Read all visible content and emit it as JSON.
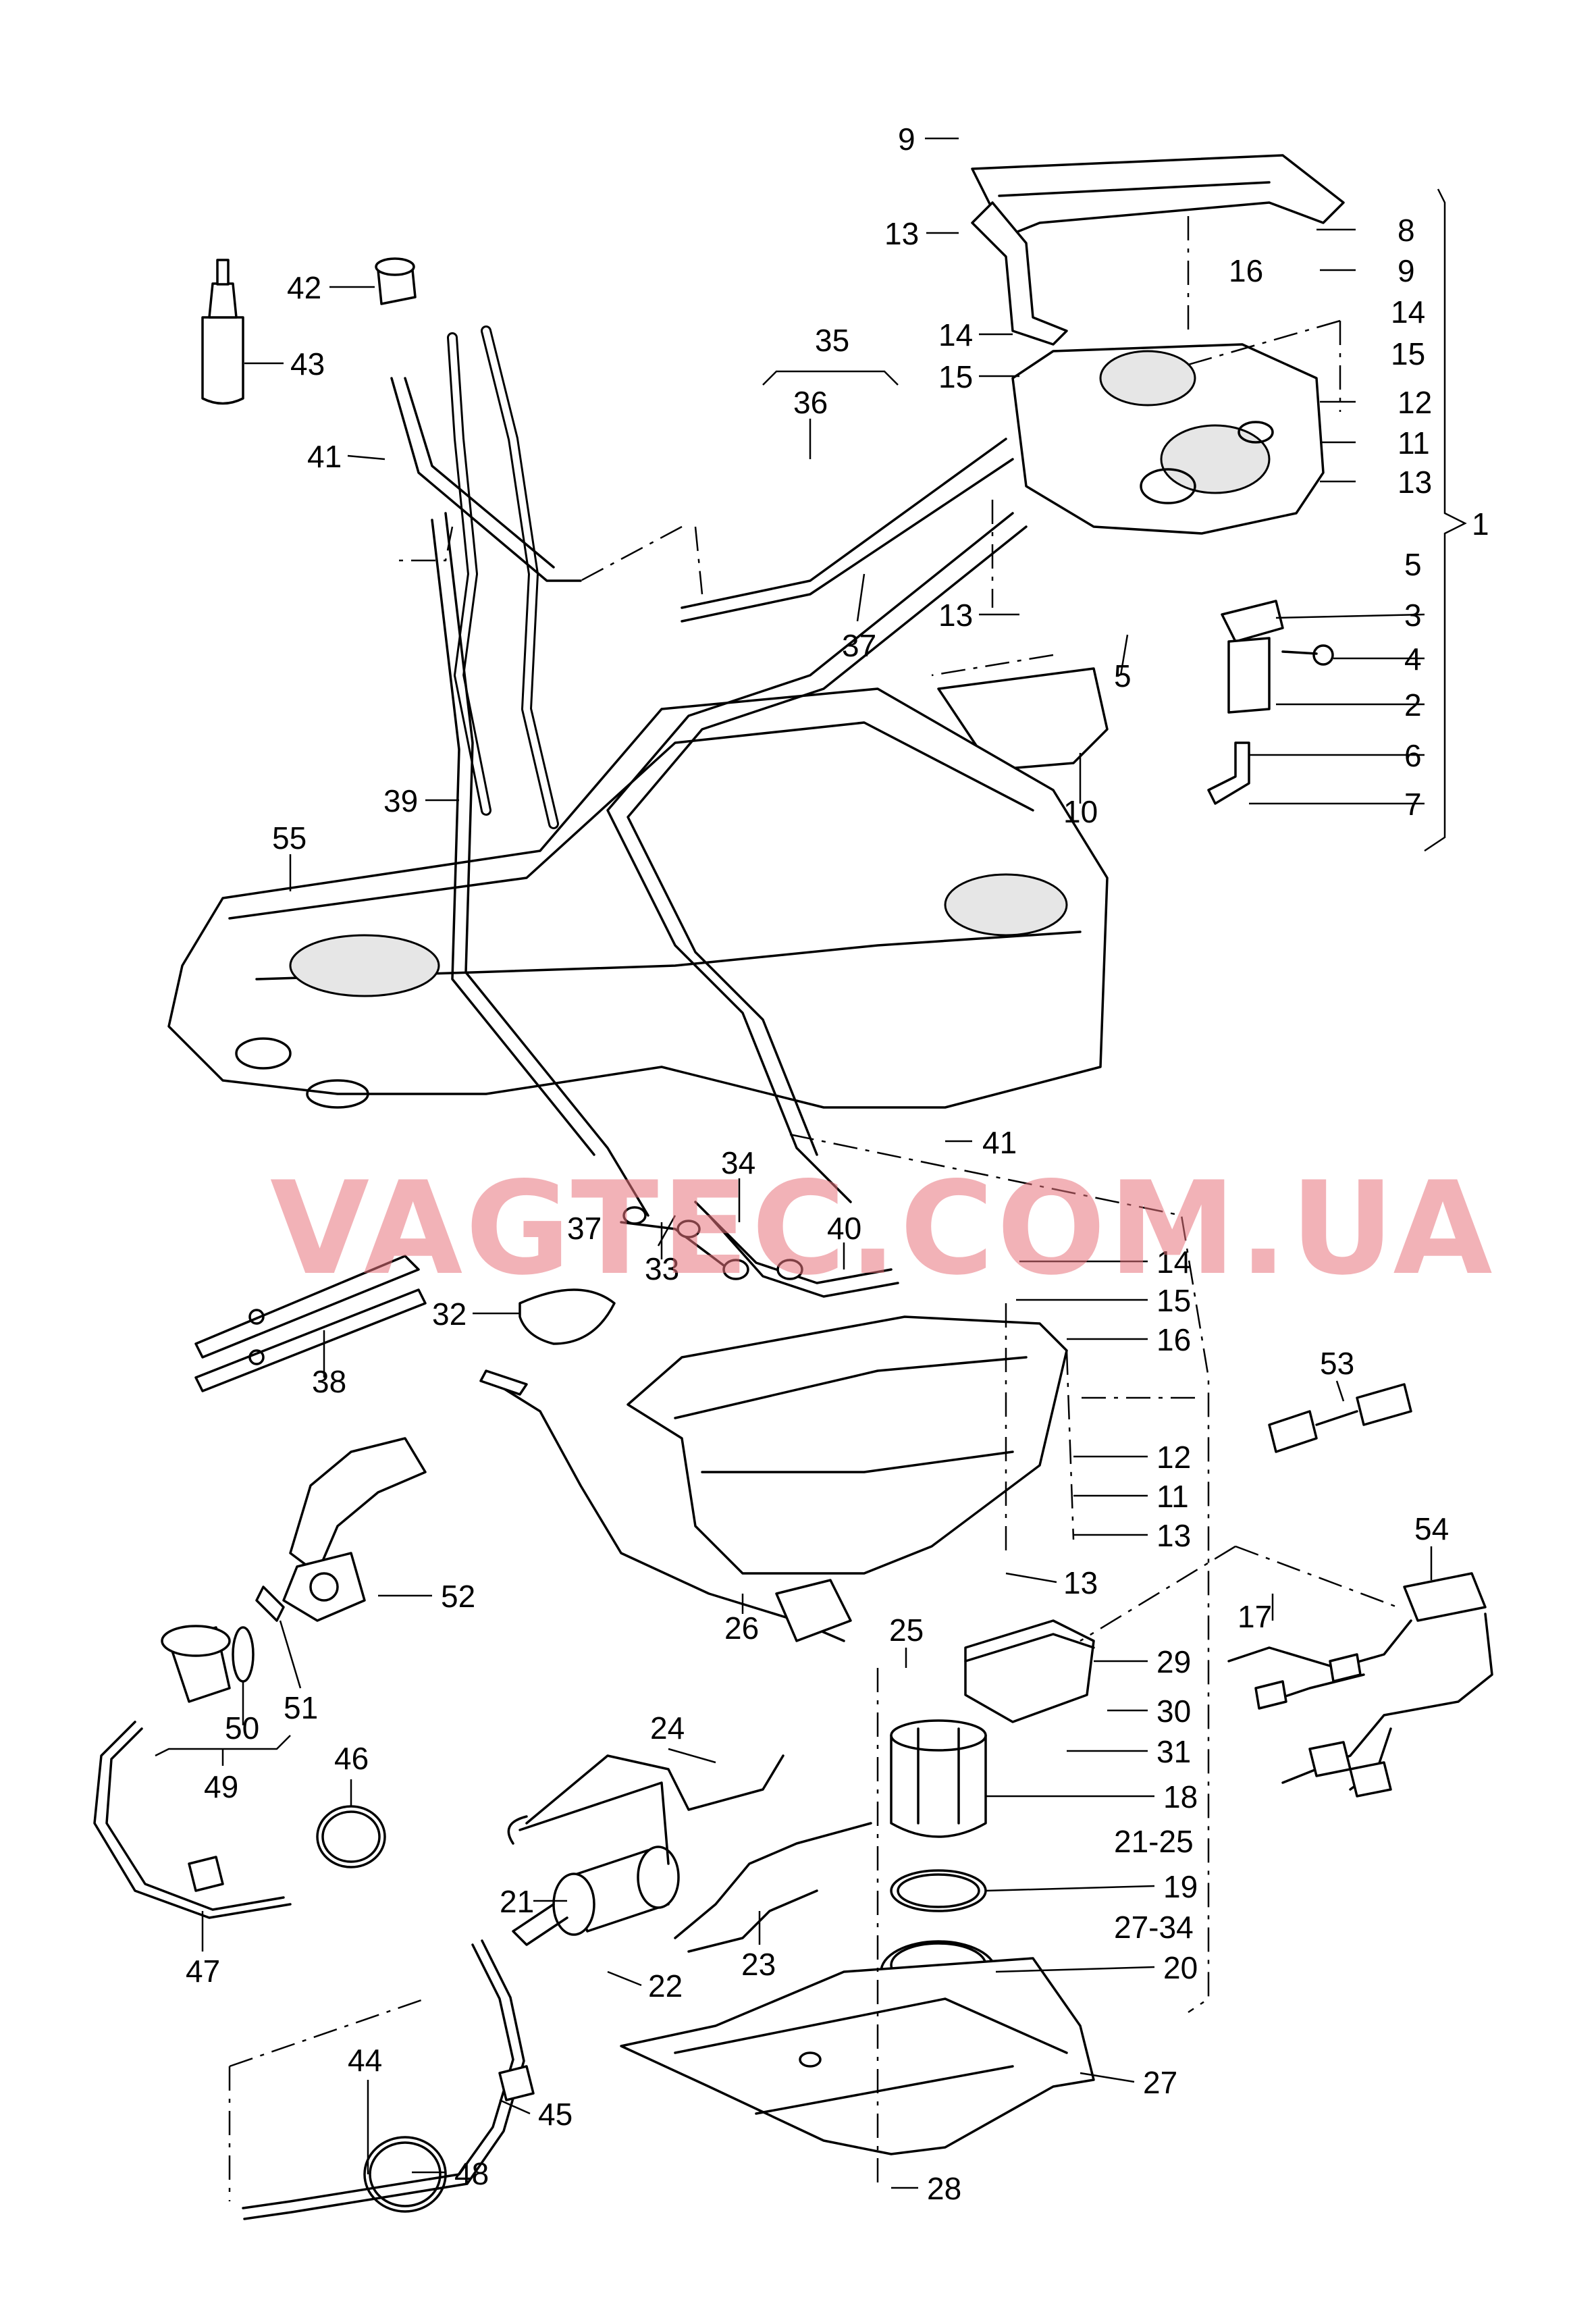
{
  "watermark": "VAGTEC.COM.UA",
  "callouts": {
    "c1": "1",
    "c2": "2",
    "c3": "3",
    "c4": "4",
    "c5a": "5",
    "c5b": "5",
    "c6": "6",
    "c7": "7",
    "c8": "8",
    "c9a": "9",
    "c9b": "9",
    "c10": "10",
    "c11a": "11",
    "c11b": "11",
    "c12a": "12",
    "c12b": "12",
    "c13a": "13",
    "c13b": "13",
    "c13c": "13",
    "c13d": "13",
    "c13e": "13",
    "c14a": "14",
    "c14b": "14",
    "c14c": "14",
    "c15a": "15",
    "c15b": "15",
    "c15c": "15",
    "c16a": "16",
    "c16b": "16",
    "c17": "17",
    "c18": "18",
    "c19": "19",
    "c20": "20",
    "c21": "21",
    "c21_25": "21-25",
    "c22": "22",
    "c23": "23",
    "c24": "24",
    "c25": "25",
    "c26": "26",
    "c27": "27",
    "c27_34": "27-34",
    "c28": "28",
    "c29": "29",
    "c30": "30",
    "c31": "31",
    "c32": "32",
    "c33": "33",
    "c34": "34",
    "c35": "35",
    "c36": "36",
    "c37a": "37",
    "c37b": "37",
    "c38": "38",
    "c39": "39",
    "c40": "40",
    "c41a": "41",
    "c41b": "41",
    "c42": "42",
    "c43": "43",
    "c44": "44",
    "c45": "45",
    "c46": "46",
    "c47": "47",
    "c48": "48",
    "c49": "49",
    "c50": "50",
    "c51": "51",
    "c52": "52",
    "c53": "53",
    "c54": "54",
    "c55": "55"
  }
}
